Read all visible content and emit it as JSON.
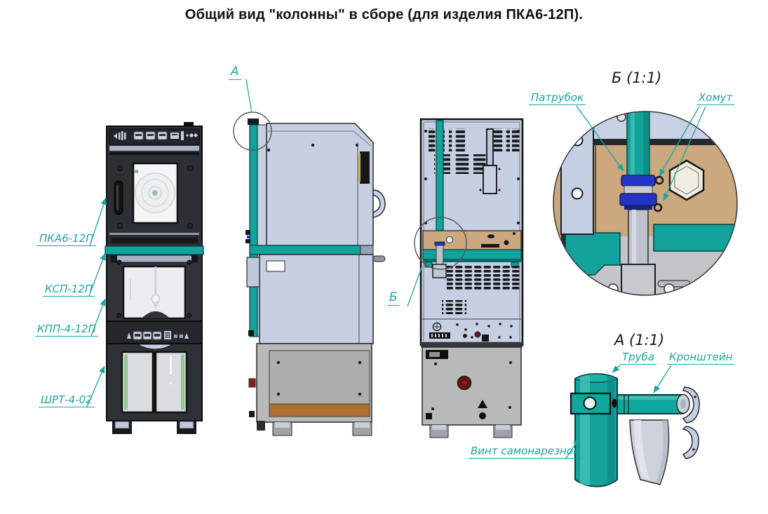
{
  "title": "Общий вид \"колонны\" в сборе (для изделия ПКА6-12П).",
  "component_labels": {
    "pka": "ПКА6-12П",
    "ksp": "КСП-12П",
    "kpp": "КПП-4-12П",
    "shrt": "ШРТ-4-02"
  },
  "callouts": {
    "a": "А",
    "b": "Б"
  },
  "detail_b": {
    "title": "Б (1:1)",
    "patrubok": "Патрубок",
    "khomut": "Хомут"
  },
  "detail_a": {
    "title": "А (1:1)",
    "truba": "Труба",
    "kronshtein": "Кронштейн",
    "vint": "Винт самонарезной"
  },
  "colors": {
    "teal": "#12A39C",
    "label_teal": "#1AA69E",
    "body_light": "#C7D0E2",
    "dark_unit": "#2C2F34",
    "tan": "#CBA87E",
    "base_gray": "#B7BAB8",
    "brown": "#AF6E33",
    "clamp_blue": "#2334C4",
    "red": "#6E1411"
  }
}
